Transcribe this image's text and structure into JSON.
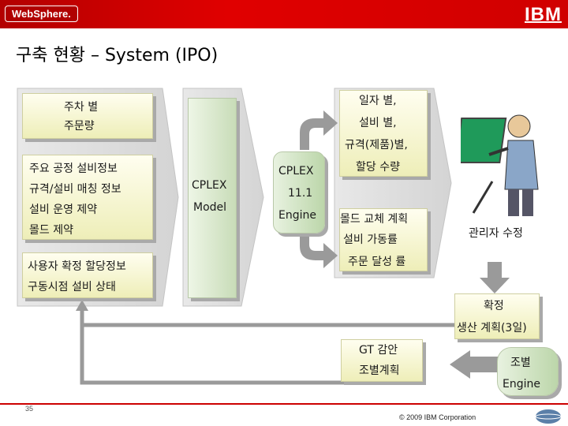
{
  "header": {
    "websphere_logo": "WebSphere.",
    "ibm_logo": "IBM"
  },
  "page_title": "구축 현황 – System (IPO)",
  "inputs": {
    "weekly_demand": [
      "주차 별",
      "주문량"
    ],
    "process_info": [
      "주요 공정 설비정보",
      "규격/설비 매칭 정보",
      "설비 운영 제약",
      "몰드 제약"
    ],
    "user_info": [
      "사용자 확정 할당정보",
      "구동시점 설비 상태"
    ]
  },
  "model": [
    "CPLEX",
    "Model"
  ],
  "engine": [
    "CPLEX",
    "11.1",
    "Engine"
  ],
  "outputs": {
    "allocation": [
      "일자 별,",
      "설비 별,",
      "규격(제품)별,",
      "할당 수량"
    ],
    "metrics": [
      "몰드 교체 계획",
      "설비 가동률",
      "주문 달성 률"
    ]
  },
  "manager_edit": "관리자 수정",
  "confirmed_plan": [
    "확정",
    "생산 계획(3일)"
  ],
  "gt_plan": [
    "GT 감안",
    "조별계획"
  ],
  "shift_engine": [
    "조별",
    "Engine"
  ],
  "footer": {
    "page_number": "35",
    "copyright": "© 2009 IBM Corporation"
  },
  "colors": {
    "header_red": "#d00000",
    "box_fill": "#f5f5cf",
    "engine_fill": "#c8dcb8",
    "arrow_gray": "#9a9a9a"
  }
}
